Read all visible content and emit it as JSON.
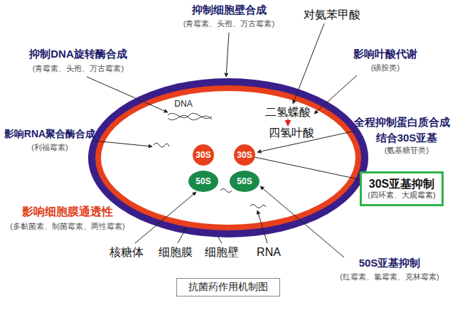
{
  "diagram": {
    "title": "抗菌药作用机制图",
    "nodes": [
      {
        "text": [
          "30S"
        ]
      },
      {
        "text": [
          "30S"
        ]
      },
      {
        "text": [
          "50S"
        ]
      },
      {
        "text": [
          "50S"
        ]
      },
      {
        "text": [
          "30S亚基抑制",
          "(四环素、大观霉素)"
        ]
      }
    ],
    "edges": [
      {
        "from": 4,
        "to": 1,
        "arrow": "none"
      }
    ],
    "labels": [
      "抑制细胞壁合成",
      "(青霉素、头孢、万古霉素)",
      "抑制DNA旋转酶合成",
      "(青霉素、头孢、万古霉素)",
      "对氨苯甲酸",
      "影响叶酸代谢",
      "(磺胺类)",
      "DNA",
      "二氢蝶酸",
      "四氢叶酸",
      "全程抑制蛋白质合成",
      "结合30S亚基",
      "(氨基糖苷类)",
      "影响RNA聚合酶合成",
      "(利福霉素)",
      "影响细胞膜通透性",
      "(多黏菌素、制菌霉素、两性霉素)",
      "50S亚基抑制",
      "(红霉素、氯霉素、克林霉素)",
      "核糖体",
      "细胞膜",
      "细胞壁",
      "RNA"
    ]
  }
}
